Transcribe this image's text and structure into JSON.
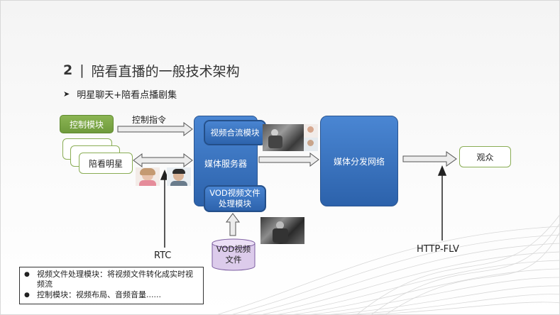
{
  "title": {
    "number": "2",
    "separator": "|",
    "text": "陪看直播的一般技术架构"
  },
  "subtitle": {
    "bullet_icon": "arrowhead-bullet-icon",
    "text": "明星聊天+陪看点播剧集"
  },
  "diagram": {
    "control_module": "控制模块",
    "control_command": "控制指令",
    "companion_star": "陪看明星",
    "media_server": "媒体服务器",
    "video_mix_module": "视频合流模块",
    "vod_module": "VOD视频文件处理模块",
    "vod_file": "VOD视频文件",
    "cdn": "媒体分发网络",
    "audience": "观众",
    "rtc": "RTC",
    "http_flv": "HTTP-FLV"
  },
  "notes": [
    "视频文件处理模块：将视频文件转化成实时视频流",
    "控制模块：视频布局、音频音量......"
  ],
  "colors": {
    "accent_blue": "#2f6bb8",
    "accent_green": "#76a140",
    "card_border": "#8aad55"
  }
}
